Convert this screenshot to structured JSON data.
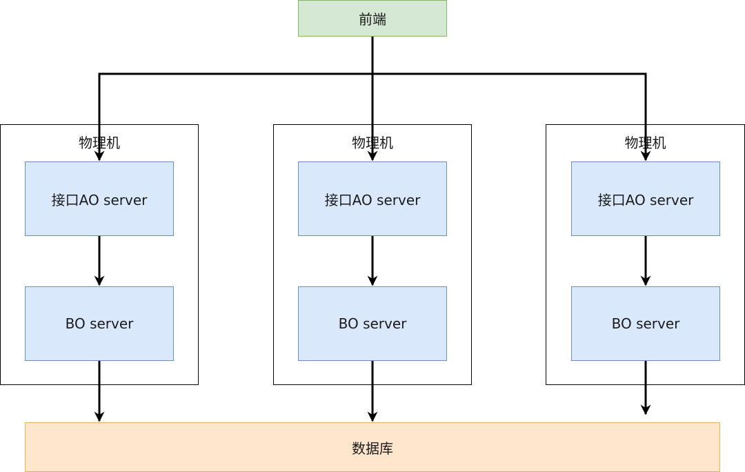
{
  "frontend": {
    "label": "前端"
  },
  "machines": [
    {
      "label": "物理机",
      "ao_server": "接口AO server",
      "bo_server": "BO server"
    },
    {
      "label": "物理机",
      "ao_server": "接口AO server",
      "bo_server": "BO server"
    },
    {
      "label": "物理机",
      "ao_server": "接口AO server",
      "bo_server": "BO server"
    }
  ],
  "database": {
    "label": "数据库"
  },
  "colors": {
    "frontend_fill": "#d5e8d4",
    "frontend_stroke": "#82b366",
    "server_fill": "#dae8fc",
    "server_stroke": "#6c8ebf",
    "database_fill": "#ffe6cc",
    "database_stroke": "#d6b656",
    "edge": "#000000"
  }
}
